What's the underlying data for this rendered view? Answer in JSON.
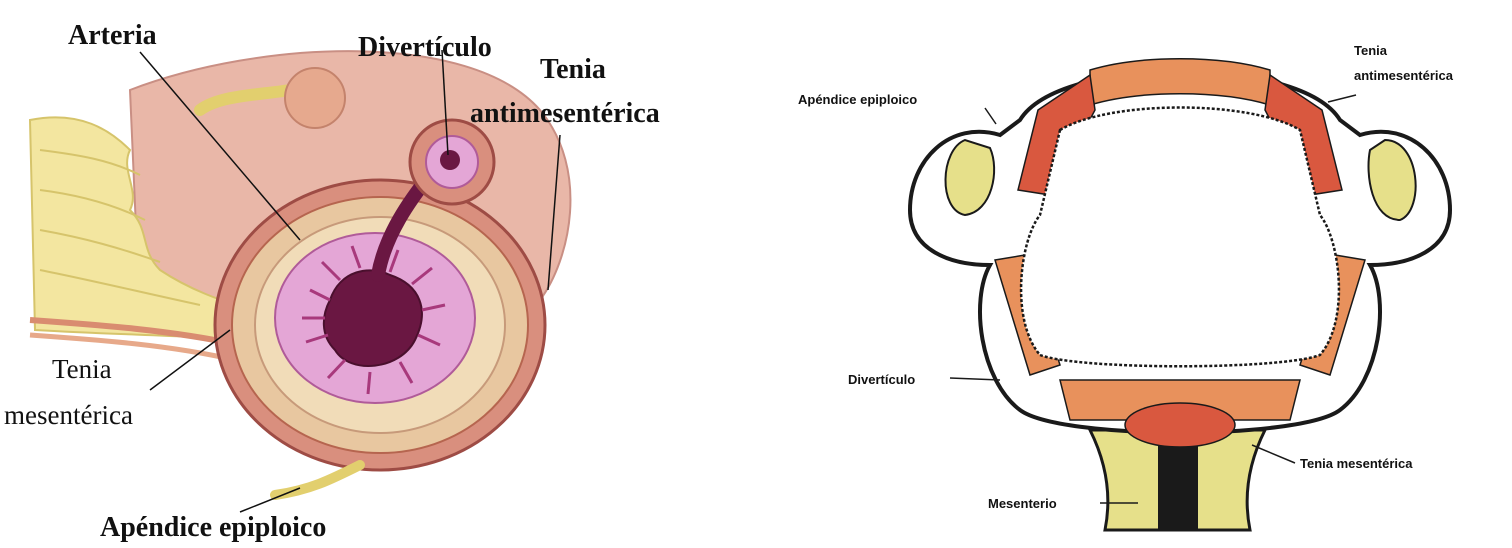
{
  "left_figure": {
    "labels": {
      "arteria": "Arteria",
      "diverticulo": "Divertículo",
      "tenia_anti_line1": "Tenia",
      "tenia_anti_line2": "antimesentérica",
      "tenia_meso_line1": "Tenia",
      "tenia_meso_line2": "mesentérica",
      "apendice": "Apéndice epiploico"
    }
  },
  "right_figure": {
    "labels": {
      "apendice": "Apéndice epiploico",
      "tenia_anti_line1": "Tenia",
      "tenia_anti_line2": "antimesentérica",
      "diverticulo": "Divertículo",
      "tenia_meso": "Tenia mesentérica",
      "mesenterio": "Mesenterio"
    }
  },
  "colors": {
    "muscle": "#e8915c",
    "muscle_dark": "#d9583f",
    "fat": "#e6e08a",
    "mucosa": "#d47ab8",
    "wall_pink": "#e9b7a8",
    "outline": "#1a1a1a"
  }
}
